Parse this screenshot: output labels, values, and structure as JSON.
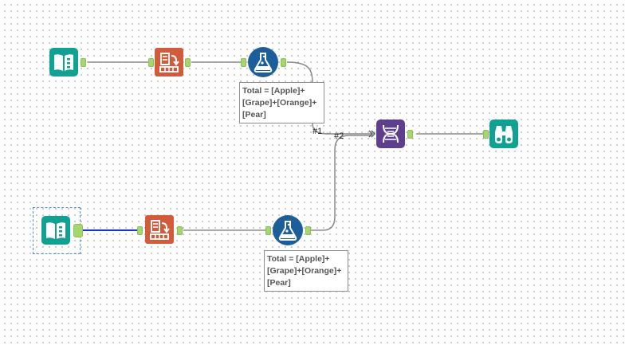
{
  "workflow": {
    "annotations": [
      {
        "text": "Total = [Apple]+[Grape]+[Orange]+[Pear]"
      },
      {
        "text": "Total = [Apple]+[Grape]+[Orange]+[Pear]"
      }
    ],
    "connection_labels": [
      "#1",
      "#2"
    ],
    "tools": [
      {
        "id": "input-1",
        "icon": "book-icon"
      },
      {
        "id": "transpose-1",
        "icon": "transpose-icon"
      },
      {
        "id": "formula-1",
        "icon": "flask-icon"
      },
      {
        "id": "input-2",
        "icon": "book-icon",
        "selected": true
      },
      {
        "id": "transpose-2",
        "icon": "transpose-icon"
      },
      {
        "id": "formula-2",
        "icon": "flask-icon"
      },
      {
        "id": "union",
        "icon": "dna-icon"
      },
      {
        "id": "browse",
        "icon": "binoculars-icon"
      }
    ],
    "colors": {
      "input_tool": "#10a192",
      "transpose_tool": "#d45a3c",
      "formula_tool": "#1b5e9a",
      "union_tool": "#5d3f8e",
      "anchor": "#a6d66f",
      "selected_wire": "#1a2fd0",
      "wire": "#8a8a8a"
    }
  }
}
